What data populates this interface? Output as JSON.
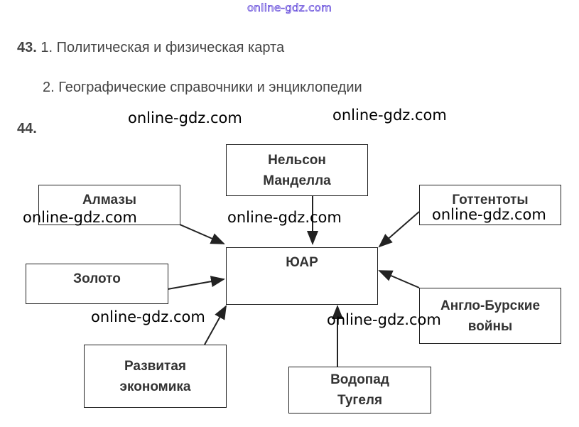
{
  "top_watermark": "online-gdz.com",
  "q43": {
    "number": "43.",
    "item1": "1. Политическая и физическая карта",
    "item2": "2. Географические справочники и энциклопедии"
  },
  "q44": {
    "number": "44."
  },
  "diagram": {
    "center": "ЮАР",
    "mandela": "Нельсон Манделла",
    "almazy": "Алмазы",
    "gottentoty": "Готтентоты",
    "zoloto": "Золото",
    "anglo": "Англо-Бурские войны",
    "economy": "Развитая экономика",
    "vodopad": "Водопад Тугеля"
  },
  "watermark": "online-gdz.com"
}
